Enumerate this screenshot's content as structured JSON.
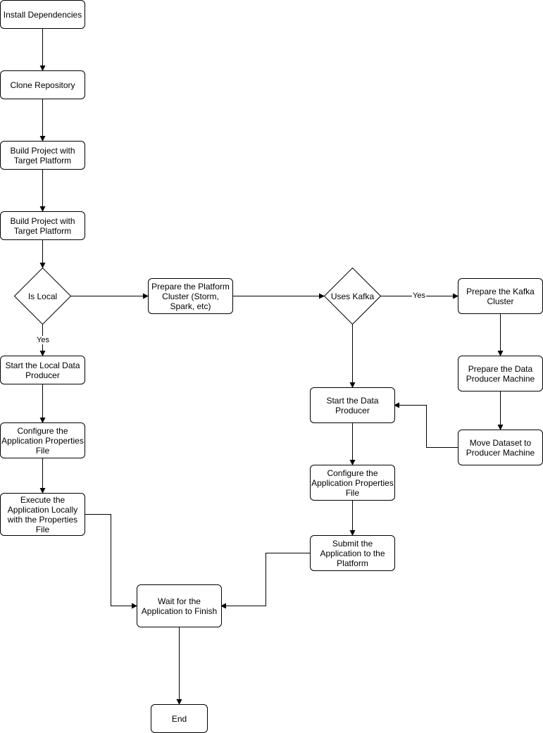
{
  "nodes": {
    "install": "Install Dependencies",
    "clone": "Clone Repository",
    "build1": "Build Project with\nTarget Platform",
    "build2": "Build Project with\nTarget Platform",
    "is_local": "Is Local",
    "prepare_platform": "Prepare the Platform\nCluster (Storm,\nSpark, etc)",
    "uses_kafka": "Uses Kafka",
    "prepare_kafka": "Prepare the Kafka\nCluster",
    "prepare_producer_machine": "Prepare the Data\nProducer Machine",
    "move_dataset": "Move Dataset to\nProducer Machine",
    "start_local_producer": "Start the Local Data\nProducer",
    "configure_local": "Configure the\nApplication Properties\nFile",
    "execute_local": "Execute the\nApplication Locally\nwith the Properties\nFile",
    "start_producer": "Start the Data\nProducer",
    "configure_remote": "Configure the\nApplication Properties\nFile",
    "submit": "Submit the\nApplication to the\nPlatform",
    "wait": "Wait for the\nApplication to Finish",
    "end": "End"
  },
  "edge_labels": {
    "is_local_yes": "Yes",
    "uses_kafka_yes": "Yes"
  }
}
